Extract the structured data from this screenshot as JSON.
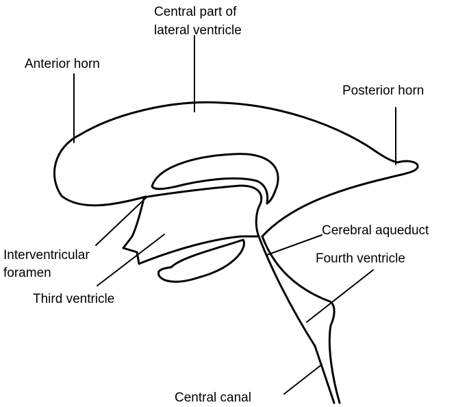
{
  "labels": {
    "central_part": [
      "Central part of",
      "lateral ventricle"
    ],
    "anterior_horn": "Anterior horn",
    "posterior_horn": "Posterior horn",
    "cerebral_aqueduct": "Cerebral aqueduct",
    "fourth_ventricle": "Fourth ventricle",
    "interventricular_foramen": [
      "Interventricular",
      "foramen"
    ],
    "third_ventricle": "Third ventricle",
    "central_canal": "Central canal"
  }
}
